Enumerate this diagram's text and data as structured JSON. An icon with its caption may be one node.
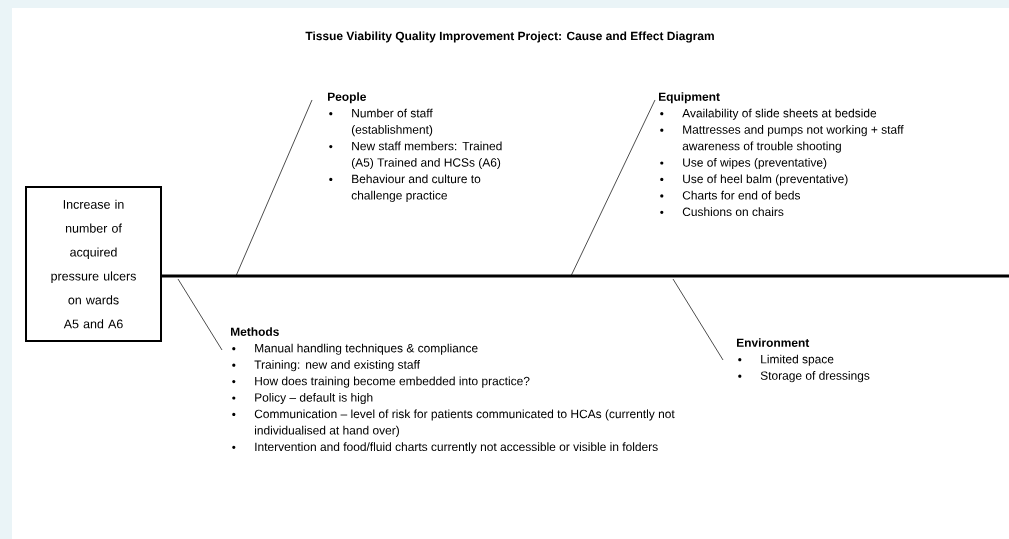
{
  "diagram": {
    "title": "Tissue Viability Quality Improvement Project: Cause and Effect Diagram",
    "nodes": [
      {
        "text": [
          "Increase in number of acquired pressure ulcers on wards A5 and A6"
        ]
      },
      {
        "text": [
          "People",
          "Number of staff (establishment)",
          "New staff members: Trained (A5) Trained and HCSs (A6)",
          "Behaviour and culture to challenge practice"
        ]
      },
      {
        "text": [
          "Equipment",
          "Availability of slide sheets at bedside",
          "Mattresses and pumps not working + staff awareness of trouble shooting",
          "Use of wipes (preventative)",
          "Use of heel balm (preventative)",
          "Charts for end of beds",
          "Cushions on chairs"
        ]
      },
      {
        "text": [
          "Methods",
          "Manual handling techniques & compliance",
          "Training: new and existing staff",
          "How does training become embedded into practice?",
          "Policy – default is high",
          "Communication – level of risk for patients communicated to HCAs (currently not individualised at hand over)",
          "Intervention and food/fluid charts currently not accessible or visible in folders"
        ]
      },
      {
        "text": [
          "Environment",
          "Limited space",
          "Storage of dressings"
        ]
      }
    ],
    "edges": [
      {
        "from": 0,
        "to": null,
        "arrow": "none",
        "style": "thick"
      },
      {
        "from": 1,
        "to": null,
        "arrow": "none"
      },
      {
        "from": 2,
        "to": null,
        "arrow": "none"
      },
      {
        "from": 3,
        "to": null,
        "arrow": "none"
      },
      {
        "from": 4,
        "to": null,
        "arrow": "none"
      }
    ]
  }
}
